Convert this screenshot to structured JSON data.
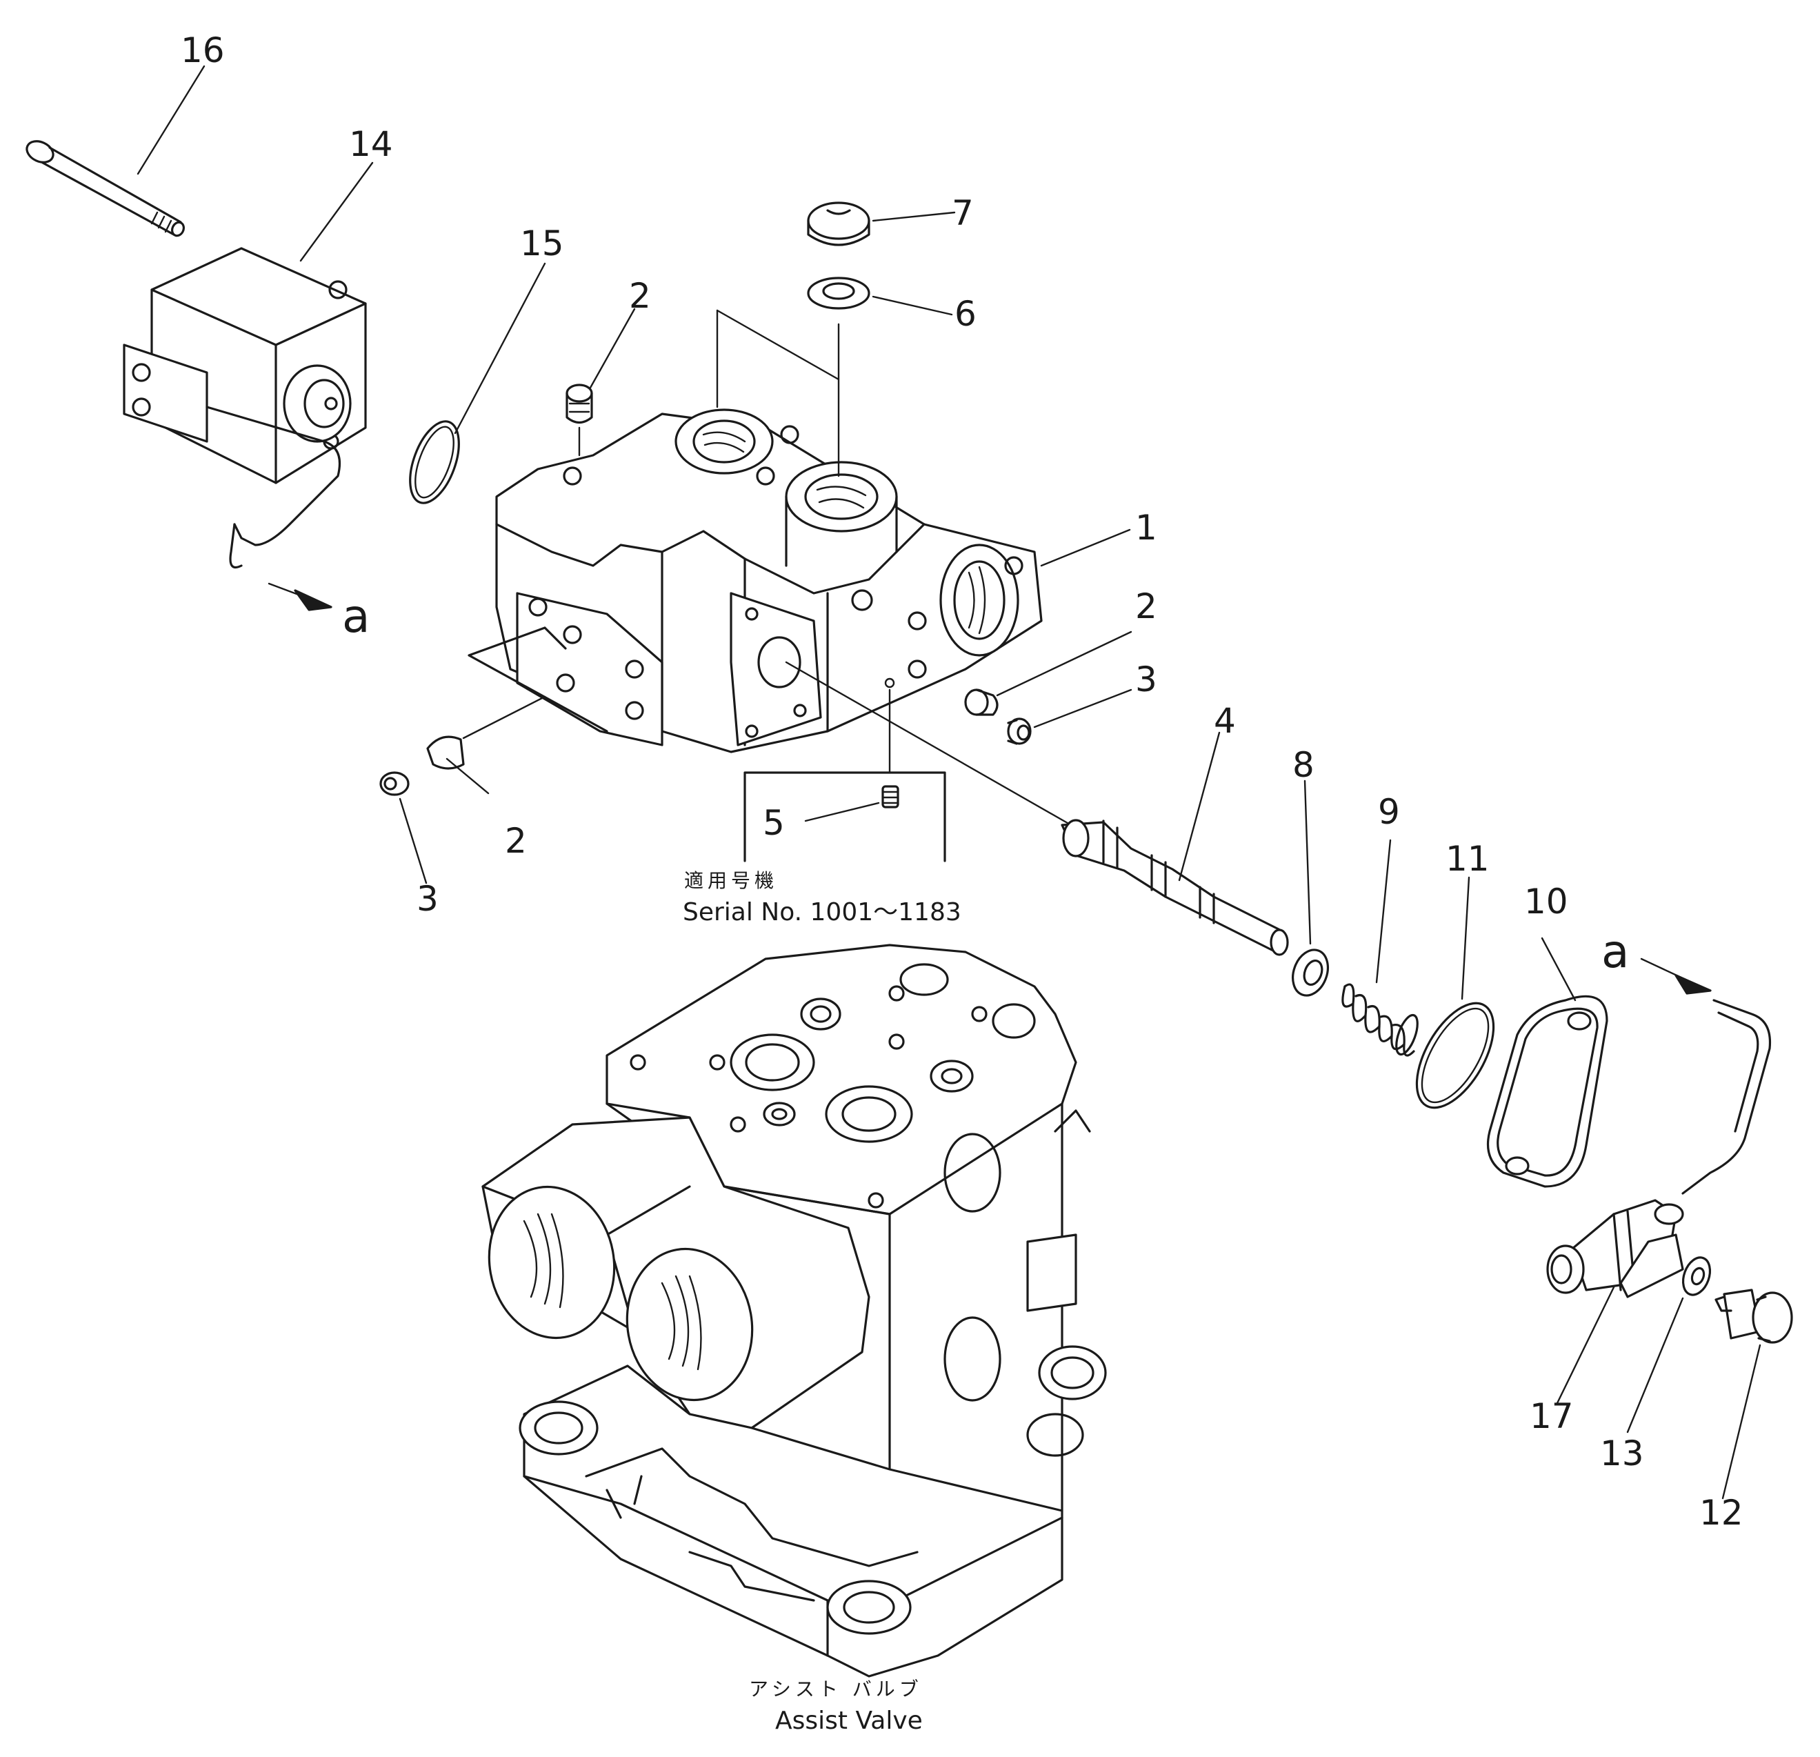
{
  "diagram": {
    "callouts": {
      "c1": "1",
      "c2a": "2",
      "c2b": "2",
      "c2c": "2",
      "c3a": "3",
      "c3b": "3",
      "c4": "4",
      "c5": "5",
      "c6": "6",
      "c7": "7",
      "c8": "8",
      "c9": "9",
      "c10": "10",
      "c11": "11",
      "c12": "12",
      "c13": "13",
      "c14": "14",
      "c15": "15",
      "c16": "16",
      "c17": "17"
    },
    "connection_marks": {
      "left": "a",
      "right": "a"
    },
    "serial_note": {
      "japanese": "適用号機",
      "text": "Serial No. 1001～1183"
    },
    "assembly_caption": {
      "japanese": "アシスト バルブ",
      "english": "Assist Valve"
    }
  }
}
